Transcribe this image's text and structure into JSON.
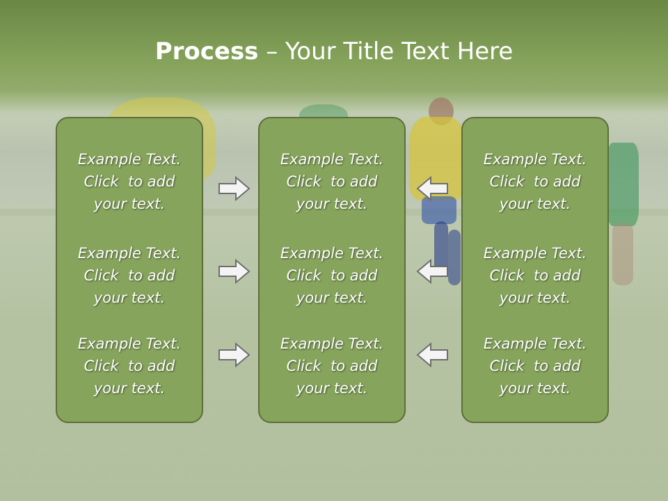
{
  "title": {
    "bold": "Process",
    "rest": " – Your Title Text Here"
  },
  "columns": [
    {
      "items": [
        [
          "Example Text.",
          "Click  to add",
          "your text."
        ],
        [
          "Example Text.",
          "Click  to add",
          "your text."
        ],
        [
          "Example Text.",
          "Click  to add",
          "your text."
        ]
      ]
    },
    {
      "items": [
        [
          "Example Text.",
          "Click  to add",
          "your text."
        ],
        [
          "Example Text.",
          "Click  to add",
          "your text."
        ],
        [
          "Example Text.",
          "Click  to add",
          "your text."
        ]
      ]
    },
    {
      "items": [
        [
          "Example Text.",
          "Click  to add",
          "your text."
        ],
        [
          "Example Text.",
          "Click  to add",
          "your text."
        ],
        [
          "Example Text.",
          "Click  to add",
          "your text."
        ]
      ]
    }
  ],
  "arrows": {
    "left_group": "right-arrow-icon",
    "right_group": "left-arrow-icon"
  },
  "colors": {
    "panel_fill": "#86a45c",
    "panel_border": "#5b6e38",
    "title_band": "#6a8744",
    "text": "#ffffff"
  }
}
